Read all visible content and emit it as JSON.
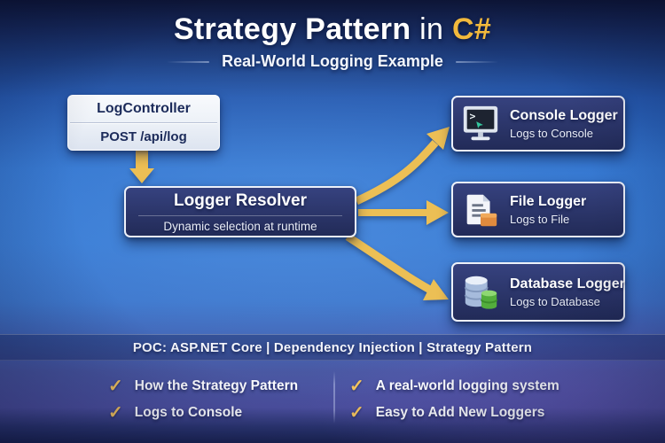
{
  "header": {
    "title_main": "Strategy Pattern",
    "title_connector": "in",
    "title_accent": "C#",
    "subtitle": "Real-World Logging Example"
  },
  "flow": {
    "controller": {
      "title": "LogController",
      "endpoint": "POST /api/log"
    },
    "resolver": {
      "title": "Logger Resolver",
      "subtitle": "Dynamic selection at runtime"
    },
    "loggers": [
      {
        "title": "Console Logger",
        "subtitle": "Logs to Console",
        "icon": "console-monitor-icon",
        "prompt_glyph": ">"
      },
      {
        "title": "File Logger",
        "subtitle": "Logs to File",
        "icon": "file-folder-icon"
      },
      {
        "title": "Database Logger",
        "subtitle": "Logs to Database",
        "icon": "database-cylinders-icon"
      }
    ]
  },
  "footer": {
    "poc_line": "POC: ASP.NET Core | Dependency Injection | Strategy Pattern",
    "check_glyph": "✓",
    "checklist_left": [
      "How the Strategy Pattern",
      "Logs to Console"
    ],
    "checklist_right": [
      "A real-world logging system",
      "Easy to Add New Loggers"
    ]
  },
  "colors": {
    "accent_gold": "#f2b93c",
    "arrow_gold": "#ecbf55",
    "panel_navy": "#2b3569",
    "background_blue": "#3679d3",
    "console_cursor_teal": "#35c79e",
    "file_folder_orange": "#e08b3e",
    "database_green": "#5cb648"
  }
}
